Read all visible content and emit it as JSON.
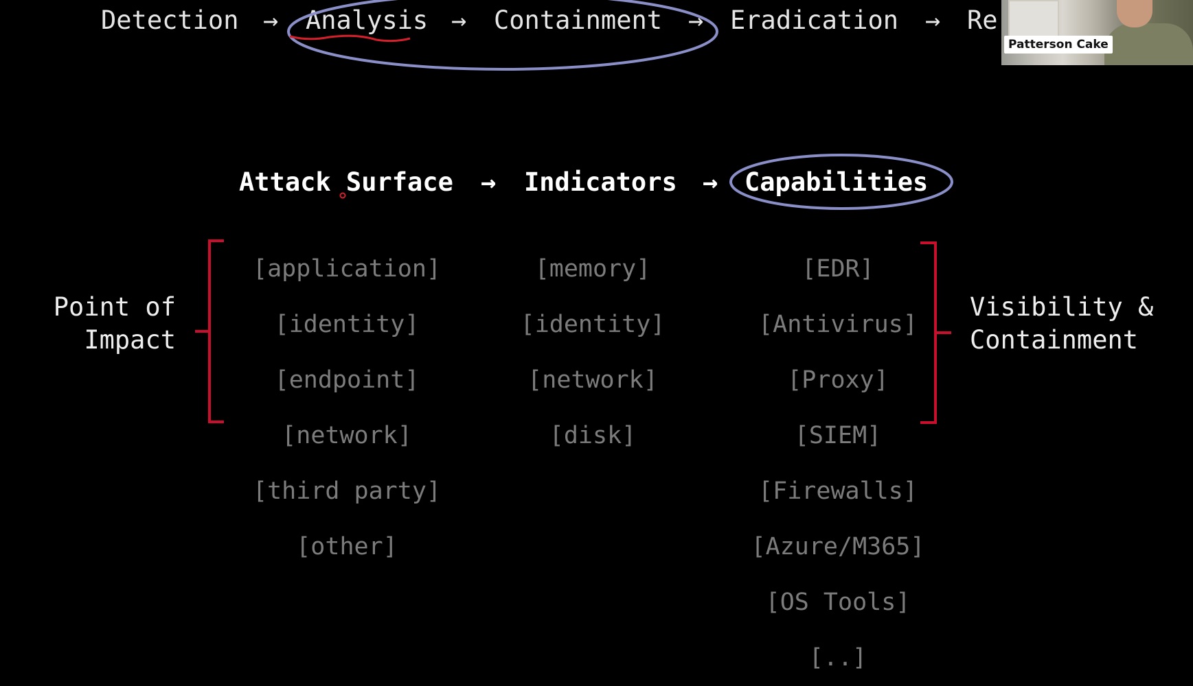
{
  "top_flow": {
    "steps": [
      "Detection",
      "Analysis",
      "Containment",
      "Eradication",
      "Re"
    ],
    "arrow": "→"
  },
  "mid_flow": {
    "steps": [
      "Attack Surface",
      "Indicators",
      "Capabilities"
    ],
    "arrow": "→"
  },
  "attack_surface_items": [
    "[application]",
    "[identity]",
    "[endpoint]",
    "[network]",
    "[third party]",
    "[other]"
  ],
  "indicator_items": [
    "[memory]",
    "[identity]",
    "[network]",
    "[disk]"
  ],
  "capability_items": [
    "[EDR]",
    "[Antivirus]",
    "[Proxy]",
    "[SIEM]",
    "[Firewalls]",
    "[Azure/M365]",
    "[OS Tools]",
    "[..]"
  ],
  "left_label": {
    "line1": "Point of",
    "line2": "Impact"
  },
  "right_label": {
    "line1": "Visibility &",
    "line2": "Containment"
  },
  "webcam": {
    "participant_name": "Patterson Cake"
  },
  "colors": {
    "background": "#000000",
    "item_gray": "#7c7c7c",
    "circle_annotation": "#8a8fc8",
    "underline_annotation": "#d4202a",
    "bracket": "#c8102e"
  }
}
